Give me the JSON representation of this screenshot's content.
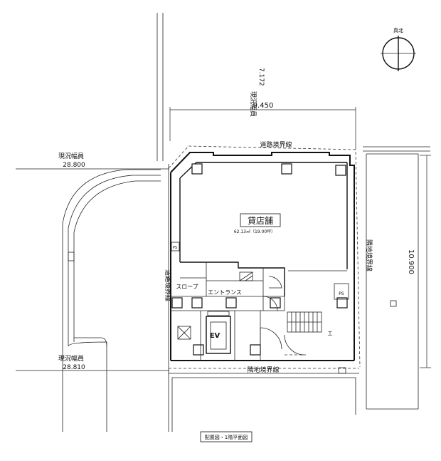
{
  "compass": {
    "label": "真北"
  },
  "dimensions": {
    "top_width": "9.450",
    "right_height": "10.900"
  },
  "roads": {
    "top_label": "現況幅員",
    "top_value": "7.172",
    "left_upper_label": "現況幅員",
    "left_upper_value": "28.800",
    "left_lower_label": "現況幅員",
    "left_lower_value": "28.810"
  },
  "boundaries": {
    "road_top": "道路境界線",
    "road_left": "道路境界線",
    "neighbor_right": "隣地境界線",
    "neighbor_bottom": "隣地境界線"
  },
  "rooms": {
    "shop_name": "貸店舗",
    "shop_area": "62.13㎡（19.00坪）",
    "slope": "スロープ",
    "entrance": "エントランス",
    "elevator": "EV",
    "ps_left": "PS",
    "ps_right": "PS",
    "utility": "工"
  },
  "caption": "配置図・1階平面図"
}
